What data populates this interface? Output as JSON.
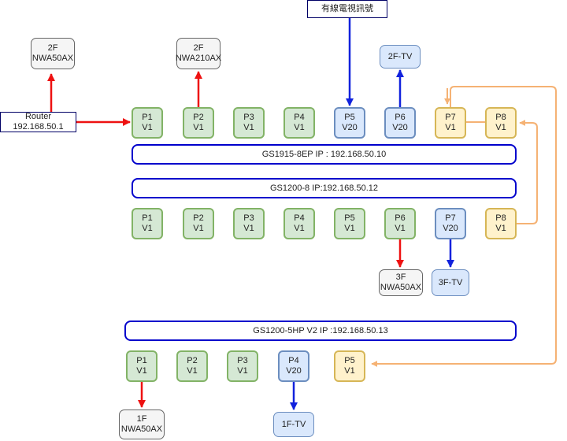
{
  "colors": {
    "red": "#ee1111",
    "blue": "#1122dd",
    "orange": "#f5b274"
  },
  "signal": {
    "label": "有線電視訊號"
  },
  "router": {
    "line1": "Router",
    "line2": "192.168.50.1"
  },
  "devices": {
    "ap2f_a": {
      "line1": "2F",
      "line2": "NWA50AX"
    },
    "ap2f_b": {
      "line1": "2F",
      "line2": "NWA210AX"
    },
    "ap3f": {
      "line1": "3F",
      "line2": "NWA50AX"
    },
    "ap1f": {
      "line1": "1F",
      "line2": "NWA50AX"
    }
  },
  "tvs": {
    "tv2f": "2F-TV",
    "tv3f": "3F-TV",
    "tv1f": "1F-TV"
  },
  "switches": {
    "gs1915": {
      "label": "GS1915-8EP  IP : 192.168.50.10"
    },
    "gs1200_8": {
      "label": "GS1200-8  IP:192.168.50.12"
    },
    "gs1200_5": {
      "label": "GS1200-5HP V2  IP :192.168.50.13"
    }
  },
  "ports": {
    "gs1915": [
      {
        "name": "P1",
        "vlan": "V1",
        "color": "green"
      },
      {
        "name": "P2",
        "vlan": "V1",
        "color": "green"
      },
      {
        "name": "P3",
        "vlan": "V1",
        "color": "green"
      },
      {
        "name": "P4",
        "vlan": "V1",
        "color": "green"
      },
      {
        "name": "P5",
        "vlan": "V20",
        "color": "blue"
      },
      {
        "name": "P6",
        "vlan": "V20",
        "color": "blue"
      },
      {
        "name": "P7",
        "vlan": "V1",
        "color": "yellow"
      },
      {
        "name": "P8",
        "vlan": "V1",
        "color": "yellow"
      }
    ],
    "gs1200_8": [
      {
        "name": "P1",
        "vlan": "V1",
        "color": "green"
      },
      {
        "name": "P2",
        "vlan": "V1",
        "color": "green"
      },
      {
        "name": "P3",
        "vlan": "V1",
        "color": "green"
      },
      {
        "name": "P4",
        "vlan": "V1",
        "color": "green"
      },
      {
        "name": "P5",
        "vlan": "V1",
        "color": "green"
      },
      {
        "name": "P6",
        "vlan": "V1",
        "color": "green"
      },
      {
        "name": "P7",
        "vlan": "V20",
        "color": "blue"
      },
      {
        "name": "P8",
        "vlan": "V1",
        "color": "yellow"
      }
    ],
    "gs1200_5": [
      {
        "name": "P1",
        "vlan": "V1",
        "color": "green"
      },
      {
        "name": "P2",
        "vlan": "V1",
        "color": "green"
      },
      {
        "name": "P3",
        "vlan": "V1",
        "color": "green"
      },
      {
        "name": "P4",
        "vlan": "V20",
        "color": "blue"
      },
      {
        "name": "P5",
        "vlan": "V1",
        "color": "yellow"
      }
    ]
  }
}
